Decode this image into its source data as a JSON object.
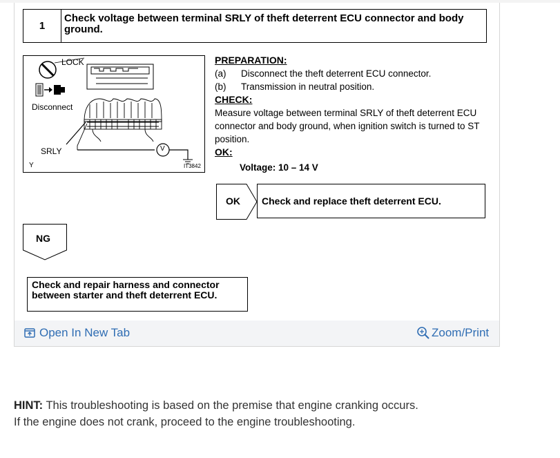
{
  "step": {
    "number": "1",
    "title": "Check voltage between terminal SRLY of theft deterrent ECU connector and body ground."
  },
  "figure": {
    "lock_label": "LOCK",
    "disconnect_label": "Disconnect",
    "srly_label": "SRLY",
    "y_label": "Y",
    "meter_label": "V",
    "figure_id": "IT3842"
  },
  "preparation": {
    "heading": "PREPARATION:",
    "items": [
      {
        "label": "(a)",
        "text": "Disconnect the theft deterrent ECU connector."
      },
      {
        "label": "(b)",
        "text": "Transmission in neutral position."
      }
    ]
  },
  "check": {
    "heading": "CHECK:",
    "text": "Measure voltage between terminal SRLY of theft deterrent ECU connector and body ground, when ignition switch is turned to ST position."
  },
  "ok_spec": {
    "heading": "OK:",
    "voltage": "Voltage: 10 – 14 V"
  },
  "ok_branch": {
    "label": "OK",
    "result": "Check and replace theft deterrent ECU."
  },
  "ng_branch": {
    "label": "NG",
    "result": "Check and repair harness and connector between starter and theft deterrent ECU."
  },
  "footer": {
    "open_tab": "Open In New Tab",
    "zoom_print": "Zoom/Print"
  },
  "hint": {
    "label": "HINT:",
    "line1": "This troubleshooting is based on the premise that engine cranking occurs.",
    "line2": "If the engine does not crank, proceed to the engine troubleshooting."
  }
}
